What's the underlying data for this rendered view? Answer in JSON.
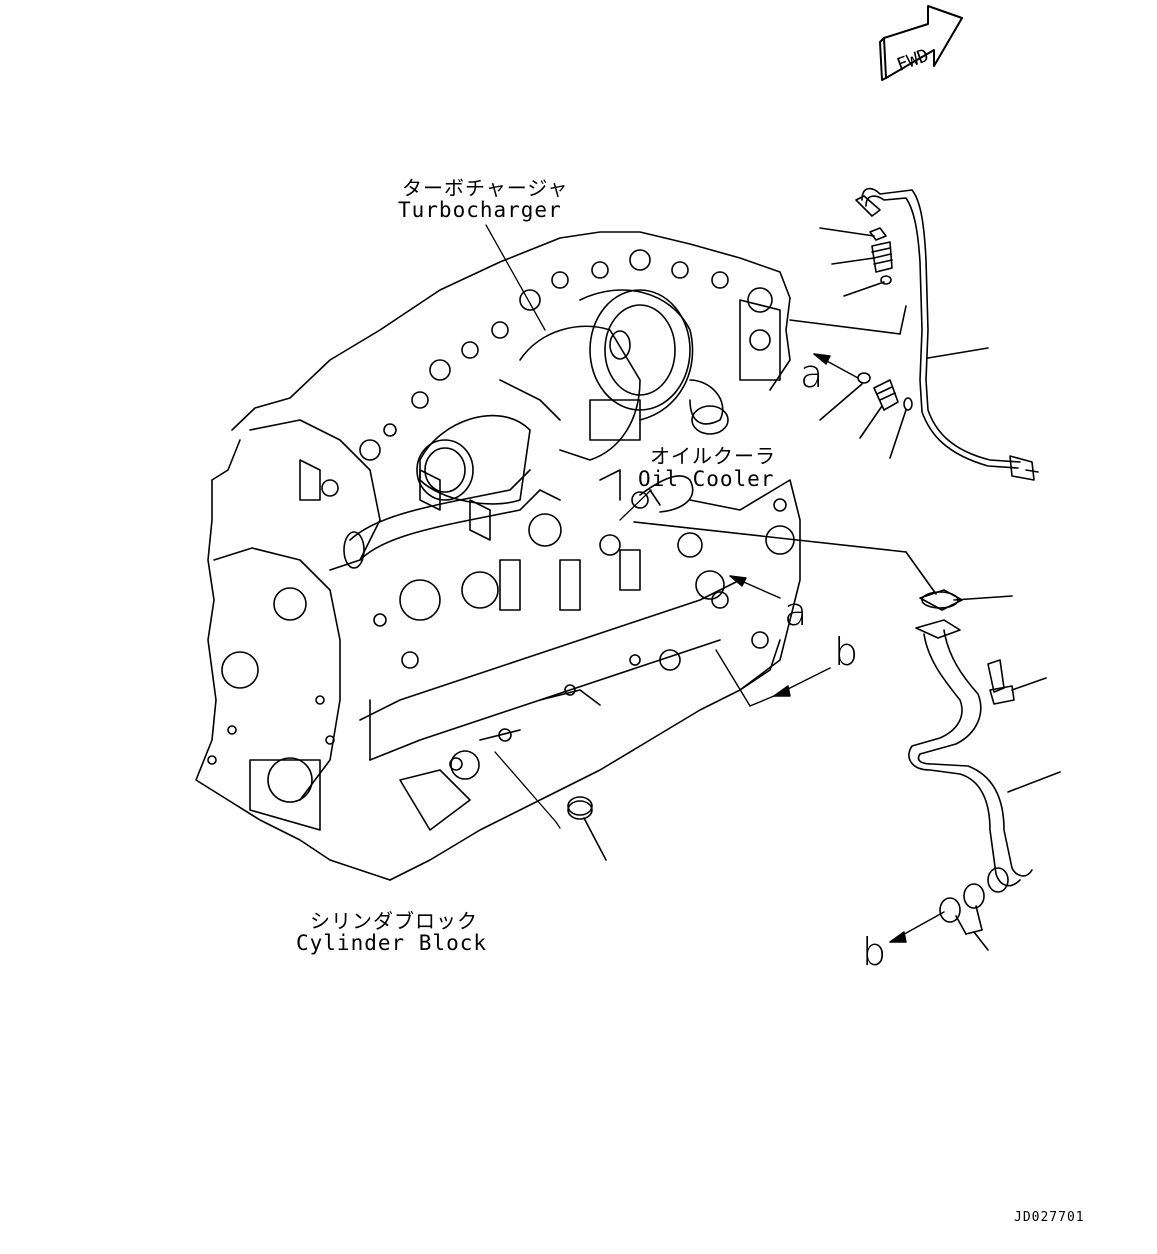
{
  "fwd_label": "FWD",
  "turbocharger": {
    "jp": "ターボチャージャ",
    "en": "Turbocharger"
  },
  "oil_cooler": {
    "jp": "オイルクーラ",
    "en": "Oil Cooler"
  },
  "cylinder_block": {
    "jp": "シリンダブロック",
    "en": "Cylinder Block"
  },
  "ref_a": "a",
  "ref_b": "b",
  "drawing_id": "JD027701"
}
